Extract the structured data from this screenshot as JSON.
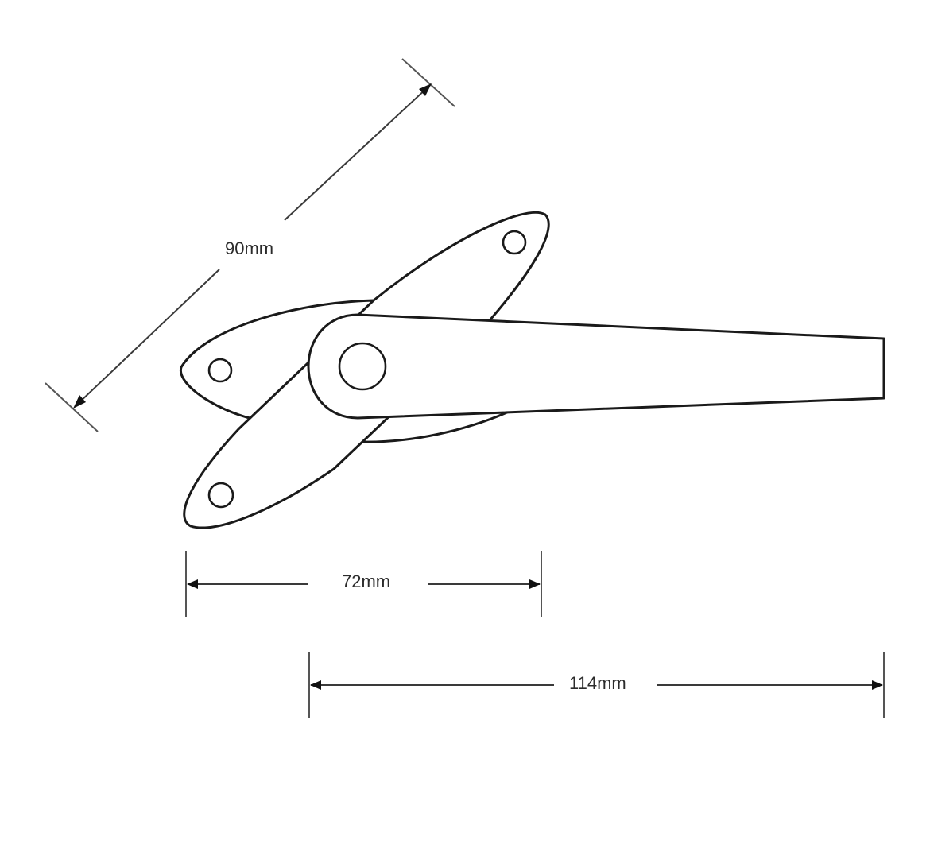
{
  "diagram": {
    "subject": "Window casement handle (fastener) technical drawing",
    "dimensions": {
      "plate_length": {
        "label": "90mm"
      },
      "hole_spacing": {
        "label": "72mm"
      },
      "handle_length": {
        "label": "114mm"
      }
    },
    "colors": {
      "line": "#1a1a1a",
      "background": "#ffffff"
    }
  }
}
